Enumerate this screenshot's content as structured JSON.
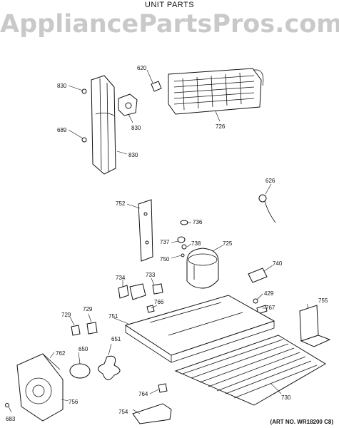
{
  "header": {
    "title": "UNIT PARTS"
  },
  "watermark": "AppliancePartsPros.com",
  "footer": {
    "art_number": "(ART NO. WR18200 C8)"
  },
  "parts": {
    "p830a": "830",
    "p830b": "830",
    "p830c": "830",
    "p689": "689",
    "p620": "620",
    "p726": "726",
    "p626": "626",
    "p752": "752",
    "p736": "736",
    "p737": "737",
    "p738": "738",
    "p725": "725",
    "p750": "750",
    "p740": "740",
    "p734": "734",
    "p733": "733",
    "p766": "766",
    "p429": "429",
    "p755": "755",
    "p767": "767",
    "p729a": "729",
    "p729b": "729",
    "p751": "751",
    "p651": "651",
    "p762": "762",
    "p650": "650",
    "p764": "764",
    "p756": "756",
    "p730": "730",
    "p754": "754",
    "p683": "683"
  }
}
